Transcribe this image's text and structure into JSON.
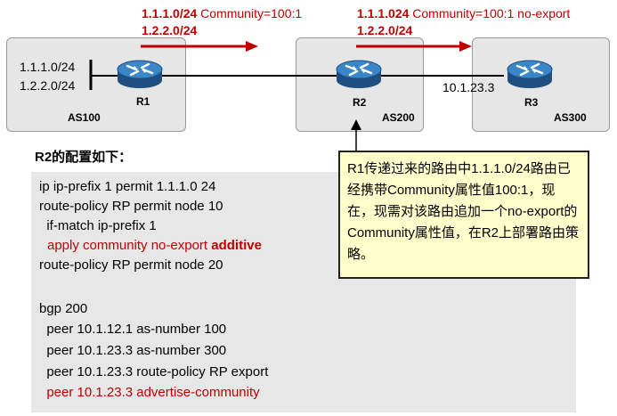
{
  "routes_top_left": {
    "line1_prefix": "1.1.1.0/24",
    "line1_attr": " Community=100:1",
    "line2": "1.2.2.0/24"
  },
  "routes_top_right": {
    "line1_prefix": "1.1.1.024",
    "line1_attr": " Community=100:1 no-export",
    "line2": "1.2.2.0/24"
  },
  "as100": {
    "label": "AS100",
    "router": "R1",
    "networks": [
      "1.1.1.0/24",
      "1.2.2.0/24"
    ]
  },
  "as200": {
    "label": "AS200",
    "router": "R2"
  },
  "as300": {
    "label": "AS300",
    "router": "R3",
    "address": "10.1.23.3"
  },
  "config_heading": "R2的配置如下：",
  "config_lines": [
    "ip ip-prefix 1 permit 1.1.1.0 24",
    "route-policy RP permit node 10",
    "  if-match ip-prefix 1",
    "apply community no-export ",
    "additive",
    "route-policy RP permit node 20",
    "bgp 200",
    "  peer 10.1.12.1 as-number 100",
    "  peer 10.1.23.3 as-number 300",
    "  peer 10.1.23.3 route-policy RP export",
    "  peer 10.1.23.3 advertise-community"
  ],
  "note_text": "R1传递过来的路由中1.1.1.0/24路由已经携带Community属性值100:1，现在，现需对该路由追加一个no-export的Community属性值，在R2上部署路由策略。",
  "colors": {
    "accent_red": "#c00000",
    "router_blue": "#2f6fa8",
    "note_bg": "#ffffcc",
    "panel_gray": "#e7e7e7"
  }
}
